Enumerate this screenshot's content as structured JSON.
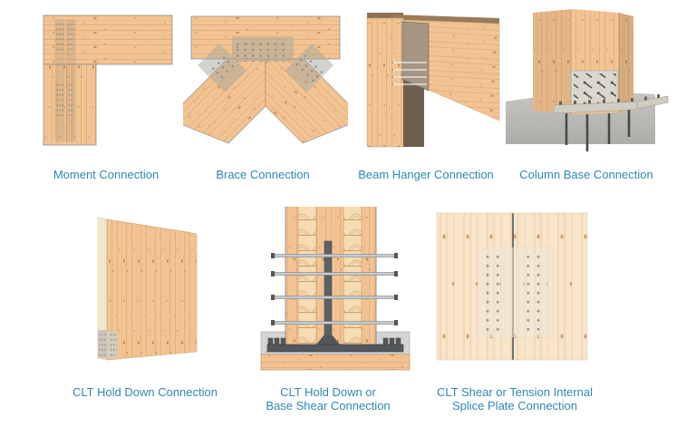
{
  "figures": [
    {
      "name": "moment-connection",
      "lines": [
        "Moment Connection",
        ""
      ]
    },
    {
      "name": "brace-connection",
      "lines": [
        "Brace Connection",
        ""
      ]
    },
    {
      "name": "beam-hanger-connection",
      "lines": [
        "Beam Hanger Connection",
        ""
      ]
    },
    {
      "name": "column-base-connection",
      "lines": [
        "Column Base Connection",
        ""
      ]
    },
    {
      "name": "clt-hold-down-connection",
      "lines": [
        "CLT Hold Down Connection",
        ""
      ]
    },
    {
      "name": "clt-hold-down-or-base-shear-connection",
      "lines": [
        "CLT Hold Down or",
        "Base Shear Connection"
      ]
    },
    {
      "name": "clt-shear-or-tension-internal-splice-plate-connection",
      "lines": [
        "CLT Shear or Tension Internal",
        "Splice Plate Connection"
      ]
    }
  ],
  "palette": {
    "caption_text": "#2e87b4",
    "wood": "#f3c493",
    "wood_grain": "#e5ae7d",
    "wood_light": "#f8e6cb",
    "gusset_gray": "#a8a79c",
    "plate_gray": "#dbd7cd",
    "dark_steel": "#55585a",
    "concrete": "#d6d5d1",
    "ground_gray": "#908e89",
    "background": "#ffffff"
  }
}
